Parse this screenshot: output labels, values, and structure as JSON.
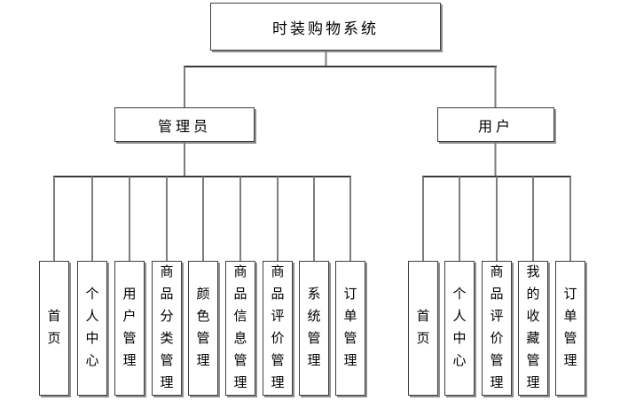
{
  "diagram": {
    "root_label": "时装购物系统",
    "branches": [
      {
        "label": "管理员",
        "children": [
          "首页",
          "个人中心",
          "用户管理",
          "商品分类管理",
          "颜色管理",
          "商品信息管理",
          "商品评价管理",
          "系统管理",
          "订单管理"
        ]
      },
      {
        "label": "用户",
        "children": [
          "首页",
          "个人中心",
          "商品评价管理",
          "我的收藏管理",
          "订单管理"
        ]
      }
    ],
    "colors": {
      "background": "#ffffff",
      "box_border": "#3f3f3f",
      "box_shadow": "#7d7d7d",
      "connector_horizontal": "#3a3a3a",
      "connector_vertical": "#7d7d7d",
      "text": "#000000"
    }
  }
}
